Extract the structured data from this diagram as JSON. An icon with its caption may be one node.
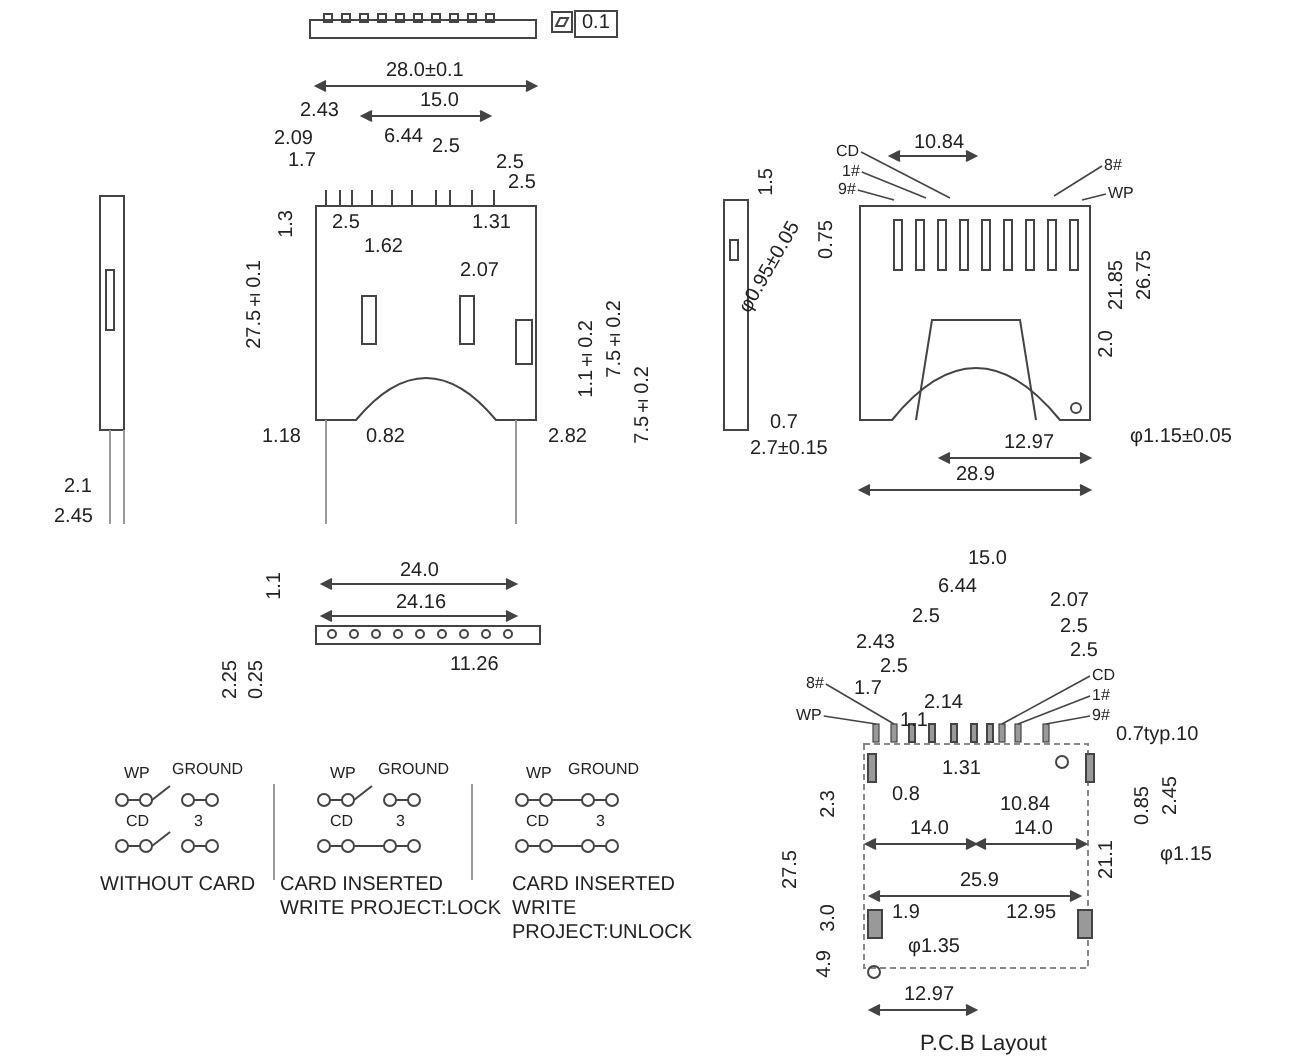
{
  "diagram": {
    "nodes": [
      {
        "text": [
          "CD"
        ]
      },
      {
        "text": [
          "1#"
        ]
      },
      {
        "text": [
          "9#"
        ]
      },
      {
        "text": [
          "8#"
        ]
      },
      {
        "text": [
          "WP"
        ]
      },
      {
        "text": [
          "8#"
        ]
      },
      {
        "text": [
          "WP"
        ]
      },
      {
        "text": [
          "CD"
        ]
      },
      {
        "text": [
          "1#"
        ]
      },
      {
        "text": [
          "9#"
        ]
      },
      {
        "text": [],
        "shape": "bar"
      },
      {
        "text": [],
        "shape": "bar"
      },
      {
        "text": [],
        "shape": "bar"
      },
      {
        "text": [],
        "shape": "bar"
      },
      {
        "text": [],
        "shape": "bar"
      }
    ],
    "edges": [
      {
        "from": 0,
        "to": null,
        "arrow": "none"
      },
      {
        "from": 1,
        "to": null,
        "arrow": "none"
      },
      {
        "from": 2,
        "to": null,
        "arrow": "none"
      },
      {
        "from": 3,
        "to": null,
        "arrow": "none"
      },
      {
        "from": 4,
        "to": null,
        "arrow": "none"
      },
      {
        "from": 5,
        "to": 11,
        "arrow": "none"
      },
      {
        "from": 6,
        "to": 10,
        "arrow": "none"
      },
      {
        "from": 7,
        "to": 12,
        "arrow": "none"
      },
      {
        "from": 8,
        "to": 13,
        "arrow": "none"
      },
      {
        "from": 9,
        "to": 14,
        "arrow": "none"
      }
    ],
    "labels": [
      "0.1",
      "28.0±0.1",
      "15.0",
      "2.43",
      "2.09",
      "6.44",
      "2.5",
      "1.7",
      "2.5",
      "2.5",
      "1.3",
      "2.5",
      "1.31",
      "1.62",
      "2.07",
      "27.5±0.1",
      "1.1±0.2",
      "7.5±0.2",
      "7.5±0.2",
      "1.18",
      "0.82",
      "2.82",
      "2.1",
      "2.45",
      "24.0",
      "24.16",
      "1.1",
      "2.25",
      "0.25",
      "11.26",
      "10.84",
      "1.5",
      "0.75",
      "φ0.95±0.05",
      "21.85",
      "26.75",
      "2.0",
      "0.7",
      "2.7±0.15",
      "12.97",
      "φ1.15±0.05",
      "28.9",
      "WP",
      "GROUND",
      "CD",
      "3",
      "WITHOUT CARD",
      "WP",
      "GROUND",
      "CD",
      "3",
      "CARD INSERTED WRITE PROJECT:LOCK",
      "WP",
      "GROUND",
      "CD",
      "3",
      "CARD INSERTED WRITE PROJECT:UNLOCK",
      "15.0",
      "6.44",
      "2.07",
      "2.5",
      "2.5",
      "2.43",
      "2.5",
      "2.5",
      "1.7",
      "2.14",
      "1.1",
      "0.7typ.10",
      "1.31",
      "2.3",
      "0.8",
      "10.84",
      "0.85",
      "2.45",
      "14.0",
      "14.0",
      "φ1.15",
      "27.5",
      "21.1",
      "25.9",
      "1.9",
      "12.95",
      "3.0",
      "φ1.35",
      "4.9",
      "12.97",
      "P.C.B Layout"
    ]
  }
}
